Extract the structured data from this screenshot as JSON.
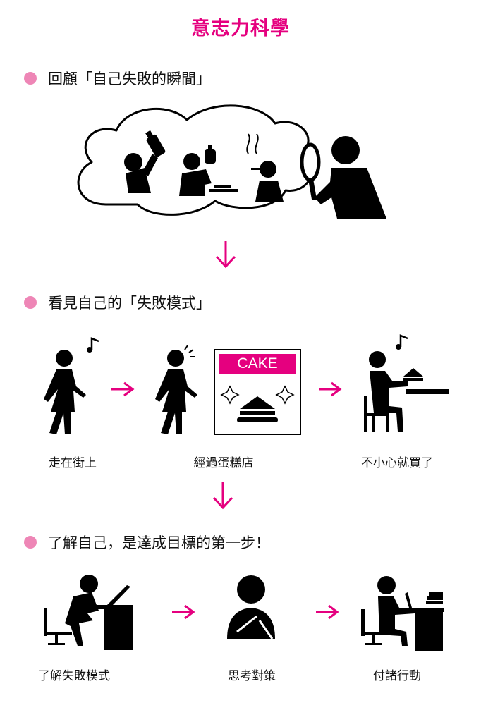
{
  "title": "意志力科學",
  "colors": {
    "accent": "#e5007f",
    "bullet": "#ee86b6",
    "ink": "#000000"
  },
  "step1": {
    "heading": "回顧「自己失敗的瞬間」"
  },
  "step2": {
    "heading": "看見自己的「失敗模式」",
    "sign": "CAKE",
    "captions": [
      "走在街上",
      "經過蛋糕店",
      "不小心就買了"
    ]
  },
  "step3": {
    "heading": "了解自己，是達成目標的第一步！",
    "captions": [
      "了解失敗模式",
      "思考對策",
      "付諸行動"
    ]
  },
  "icons": [
    "thought-cloud-icon",
    "drinking-person-icon",
    "eating-person-icon",
    "smoking-person-icon",
    "detective-magnifier-icon",
    "walking-person-icon",
    "music-note-icon",
    "cake-shop-icon",
    "seated-eating-person-icon",
    "desk-thinking-person-icon",
    "thinking-person-icon",
    "desk-working-person-icon",
    "arrow-down-icon",
    "arrow-right-icon"
  ]
}
